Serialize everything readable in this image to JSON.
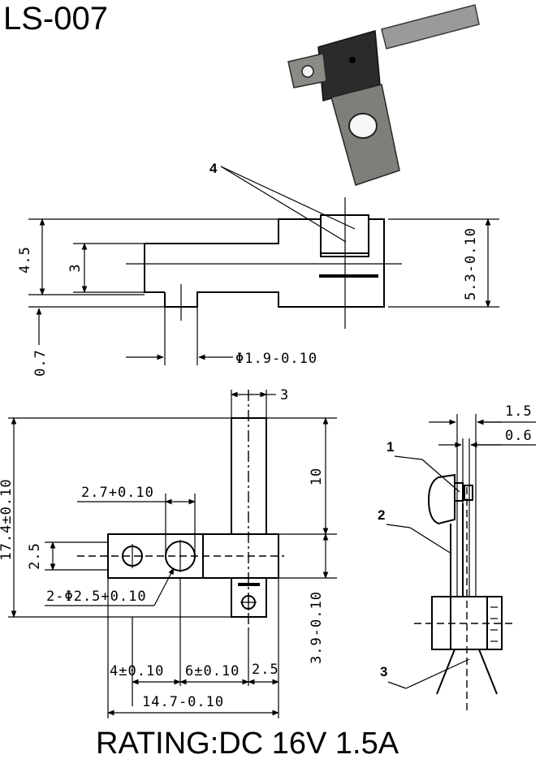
{
  "title": "LS-007",
  "rating": "RATING:DC 16V 1.5A",
  "side_view": {
    "callout": "4",
    "dims": {
      "height_overall": "4.5",
      "height_inner": "3",
      "tab_thickness": "0.7",
      "hole_dia": "Φ1.9-0.10",
      "right_height": "5.3-0.10"
    }
  },
  "top_view": {
    "dims": {
      "arm_width": "3",
      "arm_length": "10",
      "overall_length": "17.4±0.10",
      "slot_width": "2.7+0.10",
      "body_height": "2.5",
      "holes": "2-Φ2.5+0.10",
      "lower_length": "3.9-0.10",
      "pitch_1": "4±0.10",
      "pitch_2": "6±0.10",
      "end_offset": "2.5",
      "overall_width": "14.7-0.10"
    }
  },
  "end_view": {
    "dims": {
      "outer": "1.5",
      "inner": "0.6"
    },
    "callouts": [
      "1",
      "2",
      "3"
    ]
  }
}
